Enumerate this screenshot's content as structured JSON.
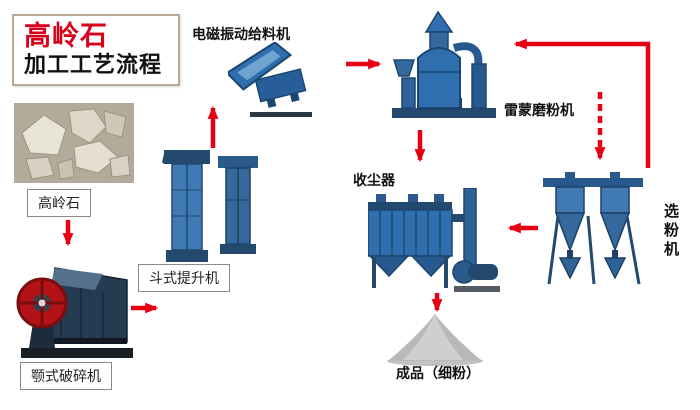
{
  "title": {
    "line1": "高岭石",
    "line2": "加工工艺流程"
  },
  "labels": {
    "raw_material": "高岭石",
    "jaw_crusher": "颚式破碎机",
    "bucket_elevator": "斗式提升机",
    "feeder": "电磁振动给料机",
    "raymond_mill": "雷蒙磨粉机",
    "classifier": "选粉机",
    "dust_collector": "收尘器",
    "product": "成品（细粉）"
  },
  "flow": [
    {
      "from": "高岭石",
      "to": "颚式破碎机"
    },
    {
      "from": "颚式破碎机",
      "to": "斗式提升机"
    },
    {
      "from": "斗式提升机",
      "to": "电磁振动给料机"
    },
    {
      "from": "电磁振动给料机",
      "to": "雷蒙磨粉机"
    },
    {
      "from": "雷蒙磨粉机",
      "to": "选粉机"
    },
    {
      "from": "选粉机",
      "to": "雷蒙磨粉机"
    },
    {
      "from": "雷蒙磨粉机",
      "to": "收尘器"
    },
    {
      "from": "选粉机",
      "to": "收尘器"
    },
    {
      "from": "收尘器",
      "to": "成品（细粉）"
    }
  ],
  "colors": {
    "arrow": "#e60012",
    "title_red": "#d9001b",
    "machine_blue": "#2f6fb0",
    "machine_blue_dark": "#24496e"
  }
}
